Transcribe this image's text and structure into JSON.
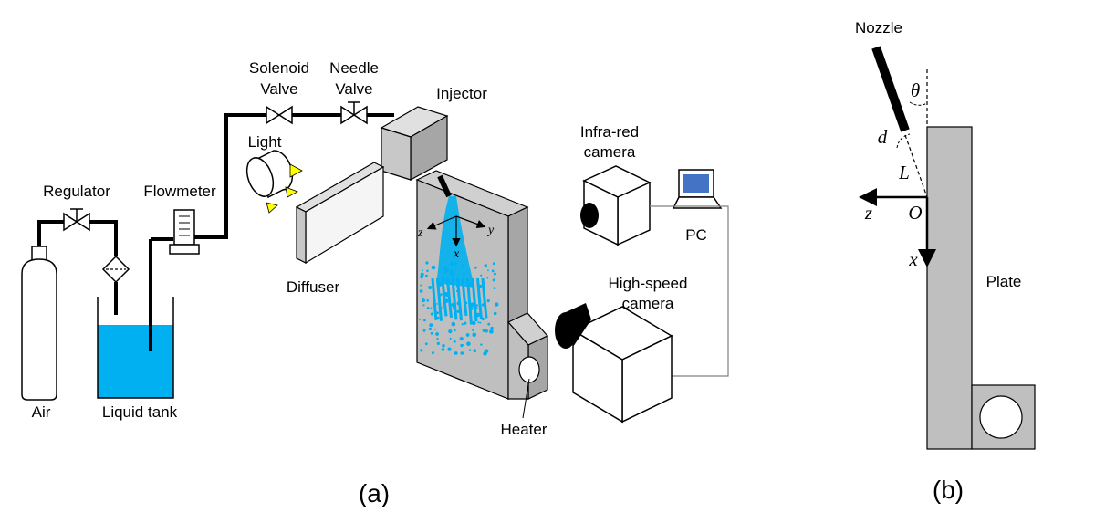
{
  "panel_a": {
    "caption": "(a)",
    "labels": {
      "air": "Air",
      "regulator": "Regulator",
      "liquid_tank": "Liquid tank",
      "flowmeter": "Flowmeter",
      "solenoid_valve_1": "Solenoid",
      "solenoid_valve_2": "Valve",
      "needle_valve_1": "Needle",
      "needle_valve_2": "Valve",
      "injector": "Injector",
      "light": "Light",
      "diffuser": "Diffuser",
      "infrared_camera_1": "Infra-red",
      "infrared_camera_2": "camera",
      "pc": "PC",
      "highspeed_camera_1": "High-speed",
      "highspeed_camera_2": "camera",
      "heater": "Heater",
      "axis_z": "z",
      "axis_y": "y",
      "axis_x": "x"
    }
  },
  "panel_b": {
    "caption": "(b)",
    "labels": {
      "nozzle": "Nozzle",
      "theta": "θ",
      "d": "d",
      "L": "L",
      "z": "z",
      "O": "O",
      "x": "x",
      "plate": "Plate"
    }
  },
  "colors": {
    "liquid": "#00b0f0",
    "plate_gray": "#bfbfbf",
    "light_marker": "#ffff00",
    "screen_blue": "#4472c4"
  }
}
